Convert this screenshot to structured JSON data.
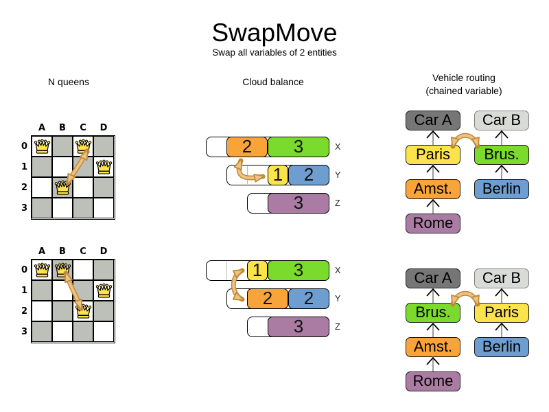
{
  "header": {
    "title": "SwapMove",
    "subtitle": "Swap all variables of 2 entities"
  },
  "columns": {
    "nqueens_header": "N queens",
    "cloud_header": "Cloud balance",
    "vehicle_header_line1": "Vehicle routing",
    "vehicle_header_line2": "(chained variable)"
  },
  "palette": {
    "orange": "#F9A33B",
    "green": "#7BDB2D",
    "yellow": "#FAE34B",
    "blue": "#6E9ECF",
    "purple": "#AA7CA4",
    "car_dark": "#767676",
    "car_light": "#D9DCD6",
    "board_shade": "#BDC0B8",
    "arrow_fill": "#EEC287",
    "arrow_outline": "#C08A35",
    "queen_gold": "#FFE24D"
  },
  "nqueens": {
    "column_labels": [
      "A",
      "B",
      "C",
      "D"
    ],
    "row_labels": [
      "0",
      "1",
      "2",
      "3"
    ],
    "boards": [
      {
        "id": "before",
        "queens": [
          [
            0,
            0
          ],
          [
            2,
            0
          ],
          [
            3,
            1
          ],
          [
            1,
            2
          ]
        ],
        "swap_between": [
          "C0",
          "B2"
        ]
      },
      {
        "id": "after",
        "queens": [
          [
            0,
            0
          ],
          [
            1,
            0
          ],
          [
            3,
            1
          ],
          [
            2,
            2
          ]
        ],
        "swap_between": [
          "B0",
          "C2"
        ]
      }
    ]
  },
  "cloud": {
    "row_labels": [
      "X",
      "Y",
      "Z"
    ],
    "states": [
      {
        "id": "before",
        "swap_between": [
          "2 on X",
          "1 on Y"
        ],
        "rows": [
          {
            "label": "X",
            "start": 0,
            "blocks": [
              {
                "value": 2,
                "color": "orange",
                "at": 1
              },
              {
                "value": 3,
                "color": "green",
                "at": 3
              }
            ]
          },
          {
            "label": "Y",
            "start": 1,
            "marker_at": 2,
            "blocks": [
              {
                "value": 1,
                "color": "yellow",
                "at": 3
              },
              {
                "value": 2,
                "color": "blue",
                "at": 4
              }
            ]
          },
          {
            "label": "Z",
            "start": 2,
            "blocks": [
              {
                "value": 3,
                "color": "purple",
                "at": 3
              }
            ]
          }
        ]
      },
      {
        "id": "after",
        "swap_between": [
          "1 on X",
          "2 on Y"
        ],
        "rows": [
          {
            "label": "X",
            "start": 0,
            "marker_at": 1,
            "blocks": [
              {
                "value": 1,
                "color": "yellow",
                "at": 2
              },
              {
                "value": 3,
                "color": "green",
                "at": 3
              }
            ]
          },
          {
            "label": "Y",
            "start": 1,
            "blocks": [
              {
                "value": 2,
                "color": "orange",
                "at": 2
              },
              {
                "value": 2,
                "color": "blue",
                "at": 4
              }
            ]
          },
          {
            "label": "Z",
            "start": 2,
            "blocks": [
              {
                "value": 3,
                "color": "purple",
                "at": 3
              }
            ]
          }
        ]
      }
    ]
  },
  "vehicle": {
    "states": [
      {
        "id": "before",
        "swap_between": [
          "Paris",
          "Brus."
        ],
        "left_chain": [
          {
            "label": "Car A",
            "color": "car_dark"
          },
          {
            "label": "Paris",
            "color": "yellow"
          },
          {
            "label": "Amst.",
            "color": "orange"
          },
          {
            "label": "Rome",
            "color": "purple"
          }
        ],
        "right_chain": [
          {
            "label": "Car B",
            "color": "car_light"
          },
          {
            "label": "Brus.",
            "color": "green"
          },
          {
            "label": "Berlin",
            "color": "blue"
          }
        ]
      },
      {
        "id": "after",
        "swap_between": [
          "Brus.",
          "Paris"
        ],
        "left_chain": [
          {
            "label": "Car A",
            "color": "car_dark"
          },
          {
            "label": "Brus.",
            "color": "green"
          },
          {
            "label": "Amst.",
            "color": "orange"
          },
          {
            "label": "Rome",
            "color": "purple"
          }
        ],
        "right_chain": [
          {
            "label": "Car B",
            "color": "car_light"
          },
          {
            "label": "Paris",
            "color": "yellow"
          },
          {
            "label": "Berlin",
            "color": "blue"
          }
        ]
      }
    ]
  }
}
